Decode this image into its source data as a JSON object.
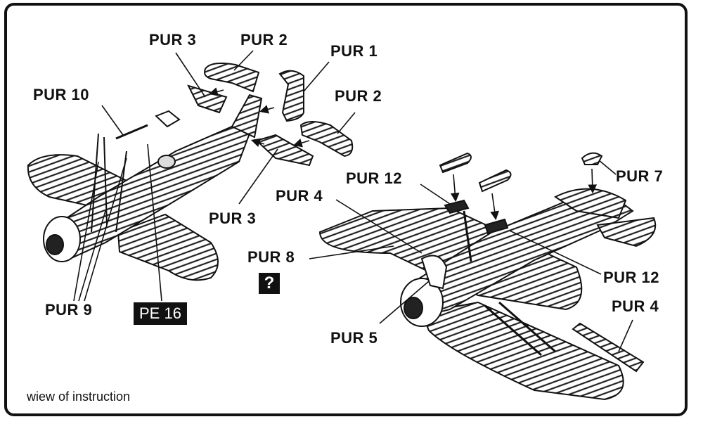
{
  "labels": {
    "pur3_top": "PUR 3",
    "pur2_top": "PUR 2",
    "pur1": "PUR 1",
    "pur10": "PUR 10",
    "pur2_right": "PUR 2",
    "pur3_bottom": "PUR 3",
    "pur9": "PUR 9",
    "pe16": "PE 16",
    "pur12_top": "PUR 12",
    "pur7": "PUR 7",
    "pur4_left": "PUR 4",
    "pur8": "PUR 8",
    "question": "?",
    "pur12_right": "PUR 12",
    "pur4_right": "PUR 4",
    "pur5": "PUR 5"
  },
  "caption": "wiew of instruction"
}
